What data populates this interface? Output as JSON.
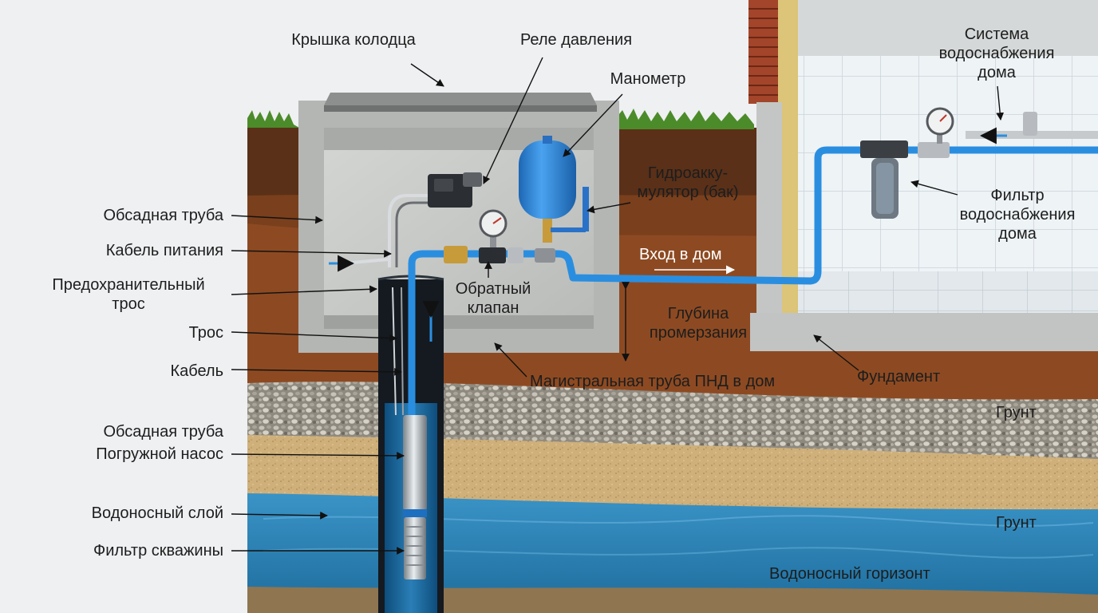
{
  "labels": {
    "well_cover": "Крышка колодца",
    "pressure_switch": "Реле давления",
    "pressure_gauge": "Манометр",
    "house_system_1": "Система",
    "house_system_2": "водоснабжения",
    "house_system_3": "дома",
    "accumulator_1": "Гидроакку-",
    "accumulator_2": "мулятор (бак)",
    "house_filter_1": "Фильтр",
    "house_filter_2": "водоснабжения",
    "house_filter_3": "дома",
    "house_entry": "Вход в дом",
    "check_valve_1": "Обратный",
    "check_valve_2": "клапан",
    "freeze_depth_1": "Глубина",
    "freeze_depth_2": "промерзания",
    "main_pipe": "Магистральная труба ПНД в дом",
    "foundation": "Фундамент",
    "soil_1": "Грунт",
    "soil_2": "Грунт",
    "aquifer_horizon": "Водоносный горизонт",
    "casing_pipe_top": "Обсадная труба",
    "power_cable": "Кабель питания",
    "safety_rope_1": "Предохранительный",
    "safety_rope_2": "трос",
    "rope": "Трос",
    "cable": "Кабель",
    "casing_pipe_bottom": "Обсадная труба",
    "submersible_pump": "Погружной насос",
    "aquifer_layer": "Водоносный слой",
    "well_filter": "Фильтр скважины"
  },
  "colors": {
    "background": "#eef0f2",
    "concrete": "#c9cbc9",
    "water": "#2e85b8",
    "pipe": "#2a8ee0",
    "tank": "#2d86dc",
    "topsoil": "#5a3018",
    "clay": "#8d4a22",
    "gravel": "#9a958c",
    "sand": "#cdb07a",
    "grass": "#4c8b2a",
    "casing": "#141a20"
  },
  "icons": [
    "well-cover-icon",
    "pressure-switch-icon",
    "pressure-gauge-icon",
    "accumulator-tank-icon",
    "check-valve-icon",
    "submersible-pump-icon",
    "well-filter-icon",
    "house-filter-icon",
    "house-gauge-icon"
  ]
}
